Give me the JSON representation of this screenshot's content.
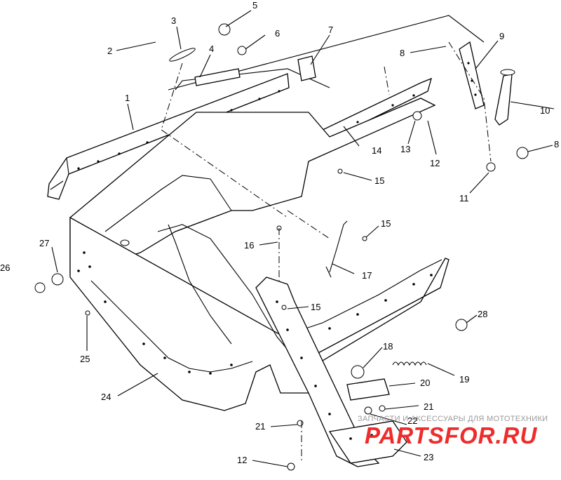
{
  "callouts": [
    {
      "id": "c5",
      "text": "5"
    },
    {
      "id": "c3",
      "text": "3"
    },
    {
      "id": "c7",
      "text": "7"
    },
    {
      "id": "c2",
      "text": "2"
    },
    {
      "id": "c6",
      "text": "6"
    },
    {
      "id": "c9",
      "text": "9"
    },
    {
      "id": "c4",
      "text": "4"
    },
    {
      "id": "c8a",
      "text": "8"
    },
    {
      "id": "c1",
      "text": "1"
    },
    {
      "id": "c10",
      "text": "10"
    },
    {
      "id": "c8b",
      "text": "8"
    },
    {
      "id": "c14",
      "text": "14"
    },
    {
      "id": "c13",
      "text": "13"
    },
    {
      "id": "c12a",
      "text": "12"
    },
    {
      "id": "c15a",
      "text": "15"
    },
    {
      "id": "c11",
      "text": "11"
    },
    {
      "id": "c15b",
      "text": "15"
    },
    {
      "id": "c27",
      "text": "27"
    },
    {
      "id": "c16",
      "text": "16"
    },
    {
      "id": "c26",
      "text": "26"
    },
    {
      "id": "c17",
      "text": "17"
    },
    {
      "id": "c15c",
      "text": "15"
    },
    {
      "id": "c28",
      "text": "28"
    },
    {
      "id": "c25",
      "text": "25"
    },
    {
      "id": "c18",
      "text": "18"
    },
    {
      "id": "c19",
      "text": "19"
    },
    {
      "id": "c20",
      "text": "20"
    },
    {
      "id": "c24",
      "text": "24"
    },
    {
      "id": "c21a",
      "text": "21"
    },
    {
      "id": "c22",
      "text": "22"
    },
    {
      "id": "c21b",
      "text": "21"
    },
    {
      "id": "c23",
      "text": "23"
    },
    {
      "id": "c12b",
      "text": "12"
    }
  ],
  "watermark": {
    "tagline": "ЗАПЧАСТИ И АКСЕССУАРЫ ДЛЯ МОТОТЕХНИКИ",
    "brand": "PARTSFOR.RU"
  }
}
